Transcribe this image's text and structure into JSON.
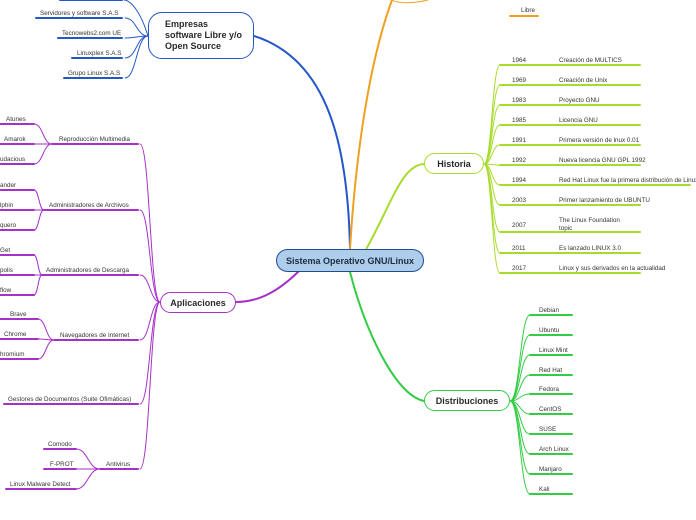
{
  "root": "Sistema Operativo GNU/Linux",
  "colors": {
    "blue": "#2456c8",
    "orange": "#f0a020",
    "yellow": "#a8dc2c",
    "green": "#33cc44",
    "purple": "#a630c8"
  },
  "empresas": {
    "title": "Empresas software Libre y/o Open Source",
    "items": [
      "Servidores y software S.A.S",
      "Tecnowebs2.com UE",
      "Linuxplex S.A.S",
      "Grupo Linux S.A.S"
    ]
  },
  "libre": "Libre",
  "historia": {
    "title": "Historia",
    "rows": [
      {
        "year": "1964",
        "event": "Creación de MULTICS"
      },
      {
        "year": "1969",
        "event": "Creación de Unix"
      },
      {
        "year": "1983",
        "event": "Proyecto GNU"
      },
      {
        "year": "1985",
        "event": "Licencia GNU"
      },
      {
        "year": "1991",
        "event": "Primera versión de lnux 0.01"
      },
      {
        "year": "1992",
        "event": "Nueva licencia GNU GPL 1992"
      },
      {
        "year": "1994",
        "event": "Red Hat Linux fue la primera distribución de Linux"
      },
      {
        "year": "2003",
        "event": "Primer lanzamiento de UBUNTU"
      },
      {
        "year": "2007",
        "event": "The Linux Foundation topic"
      },
      {
        "year": "2011",
        "event": "Es lanzado LINUX 3.0"
      },
      {
        "year": "2017",
        "event": "Linux y sus derivados en la actualidad"
      }
    ]
  },
  "distribuciones": {
    "title": "Distribuciones",
    "items": [
      "Debian",
      "Ubuntu",
      "Linux Mint",
      "Red Hat",
      "Fedora",
      "CentOS",
      "SUSE",
      "Arch Linux",
      "Manjaro",
      "Kali"
    ]
  },
  "aplicaciones": {
    "title": "Aplicaciones",
    "groups": [
      {
        "label": "Reproducción Multimedia",
        "items": [
          "Atunes",
          "Amarok",
          "udacious"
        ]
      },
      {
        "label": "Administradores de Archivos",
        "items": [
          "ander",
          "lphin",
          "quero"
        ]
      },
      {
        "label": "Administradores de Descarga",
        "items": [
          "Get",
          "polis",
          "flow"
        ]
      },
      {
        "label": "Navegadores de Internet",
        "items": [
          "Brave",
          "Chrome",
          "hromium"
        ]
      },
      {
        "label": "Gestores de Documentos (Suite Ofimáticas)",
        "items": []
      },
      {
        "label": "Antivirus",
        "items": [
          "Comodo",
          "F-PROT",
          "Linux Malware Detect"
        ]
      }
    ]
  }
}
